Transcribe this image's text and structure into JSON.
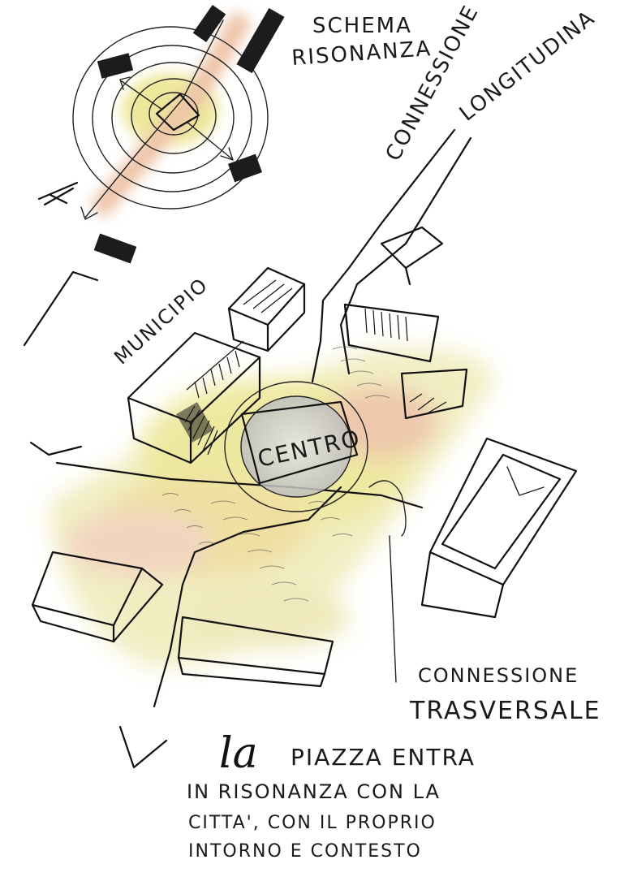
{
  "labels": {
    "schema_line1": "SCHEMA",
    "schema_line2": "RISONANZA",
    "connessione_long_1": "CONNESSIONE",
    "connessione_long_2": "LONGITUDINA",
    "municipio": "MUNICIPIO",
    "centro": "CENTRO",
    "connessione_trasv_1": "CONNESSIONE",
    "connessione_trasv_2": "TRASVERSALE"
  },
  "caption": {
    "line1_prefix": "la",
    "line1_rest": "PIAZZA ENTRA",
    "line2": "IN RISONANZA CON LA",
    "line3": "CITTA', CON IL PROPRIO",
    "line4": "INTORNO E CONTESTO"
  },
  "colors": {
    "ink": "#111111",
    "yellow_wash": "#e8e07a",
    "orange_wash": "#e8b08a",
    "grey_wash": "#d8d8d8"
  }
}
